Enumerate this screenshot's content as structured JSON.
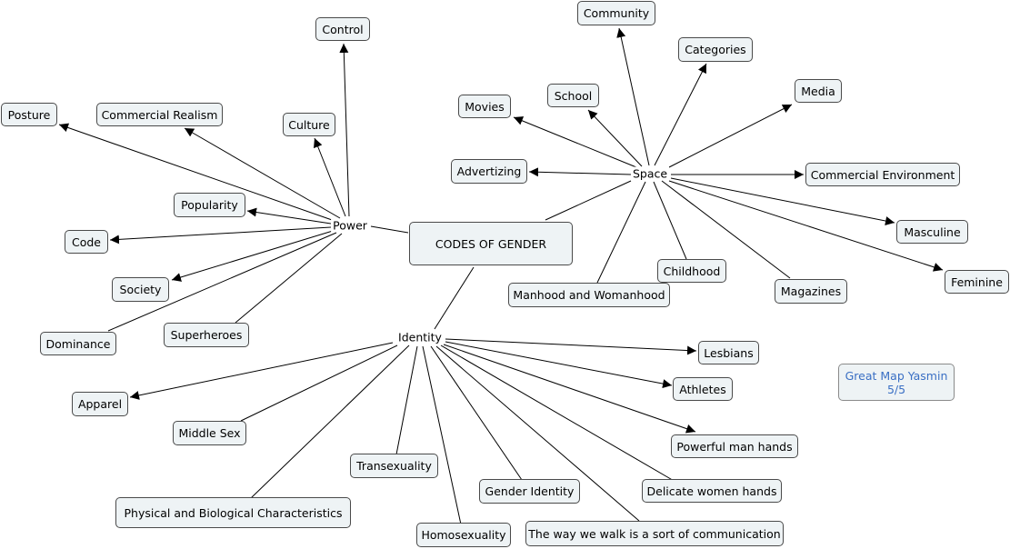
{
  "diagram": {
    "root": "CODES OF GENDER",
    "hubs": {
      "power": "Power",
      "space": "Space",
      "identity": "Identity"
    },
    "power_items": {
      "control": "Control",
      "culture": "Culture",
      "commercial_realism": "Commercial Realism",
      "posture": "Posture",
      "popularity": "Popularity",
      "code": "Code",
      "society": "Society",
      "dominance": "Dominance",
      "superheroes": "Superheroes"
    },
    "space_items": {
      "community": "Community",
      "categories": "Categories",
      "school": "School",
      "movies": "Movies",
      "media": "Media",
      "advertizing": "Advertizing",
      "commercial_environment": "Commercial Environment",
      "masculine": "Masculine",
      "feminine": "Feminine",
      "childhood": "Childhood",
      "magazines": "Magazines",
      "manhood_womanhood": "Manhood and Womanhood"
    },
    "identity_items": {
      "lesbians": "Lesbians",
      "athletes": "Athletes",
      "powerful_man_hands": "Powerful man hands",
      "delicate_women_hands": "Delicate women hands",
      "apparel": "Apparel",
      "middle_sex": "Middle Sex",
      "transexuality": "Transexuality",
      "gender_identity": "Gender Identity",
      "physical_biological": "Physical and Biological Characteristics",
      "homosexuality": "Homosexuality",
      "walk_communication": "The way we walk is a sort of communication"
    },
    "note": {
      "line1": "Great Map Yasmin",
      "line2": "5/5",
      "color": "#3a6fc4"
    }
  }
}
